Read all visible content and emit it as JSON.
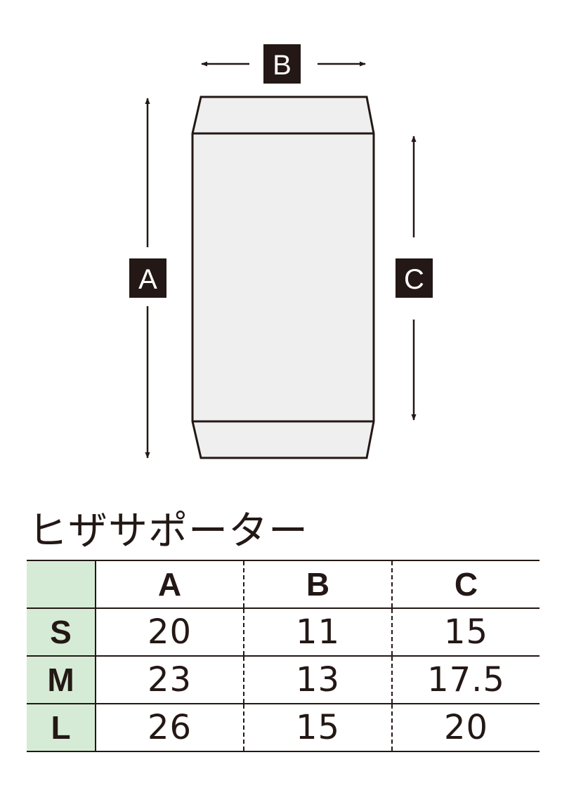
{
  "diagram": {
    "label_a": "A",
    "label_b": "B",
    "label_c": "C",
    "colors": {
      "line": "#231815",
      "fill": "#efefef",
      "label_bg": "#231815"
    }
  },
  "title": "ヒザサポーター",
  "table": {
    "columns": [
      "A",
      "B",
      "C"
    ],
    "rows": [
      {
        "size": "S",
        "values": [
          "20",
          "11",
          "15"
        ]
      },
      {
        "size": "M",
        "values": [
          "23",
          "13",
          "17.5"
        ]
      },
      {
        "size": "L",
        "values": [
          "26",
          "15",
          "20"
        ]
      }
    ],
    "colors": {
      "size_bg": "#d6ebd5"
    }
  }
}
